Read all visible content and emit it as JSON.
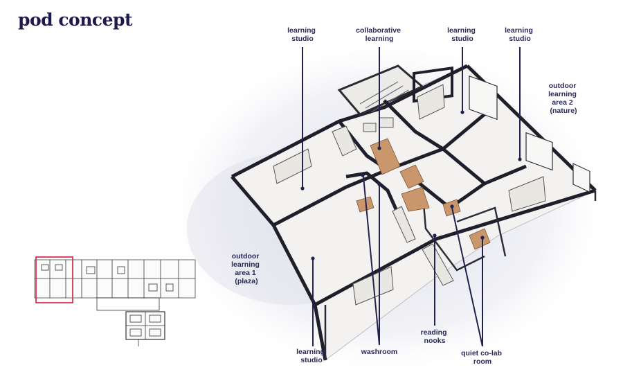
{
  "title": "pod concept",
  "labels": {
    "learning_studio_top_left": [
      "learning",
      "studio"
    ],
    "collaborative_learning": [
      "collaborative",
      "learning"
    ],
    "learning_studio_top_mid": [
      "learning",
      "studio"
    ],
    "learning_studio_top_right": [
      "learning",
      "studio"
    ],
    "outdoor_area_2": [
      "outdoor",
      "learning",
      "area 2",
      "(nature)"
    ],
    "outdoor_area_1": [
      "outdoor",
      "learning",
      "area 1",
      "(plaza)"
    ],
    "learning_studio_bottom": [
      "learning",
      "studio"
    ],
    "washroom": [
      "washroom"
    ],
    "reading_nooks": [
      "reading",
      "nooks"
    ],
    "quiet_colab_room": [
      "quiet co-lab",
      "room"
    ]
  },
  "colors": {
    "title": "#1d1a4e",
    "leader": "#23224e",
    "highlight_box": "#d9304f"
  }
}
